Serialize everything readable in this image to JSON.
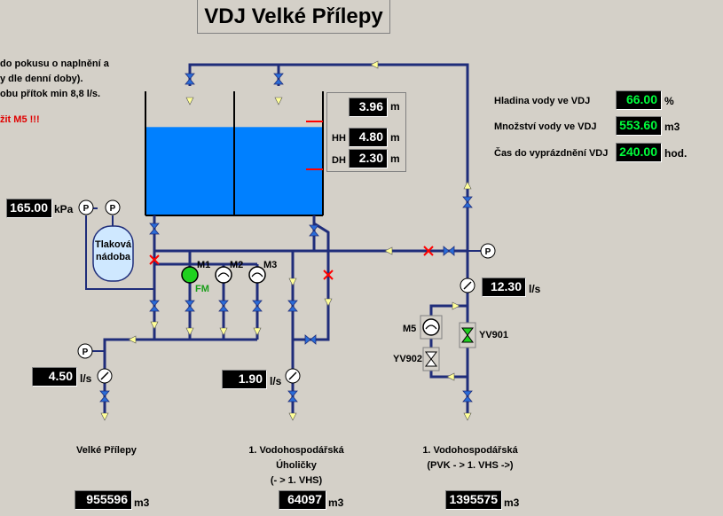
{
  "title": "VDJ Velké Přílepy",
  "notes": {
    "line1": "do pokusu o naplnění a",
    "line2": "y dle denní doby).",
    "line3": "obu přítok min 8,8 l/s.",
    "warning": "žit M5 !!!"
  },
  "tank": {
    "level_value": "3.96",
    "level_unit": "m",
    "hh_label": "HH",
    "hh_value": "4.80",
    "hh_unit": "m",
    "dh_label": "DH",
    "dh_value": "2.30",
    "dh_unit": "m",
    "fill_fraction": 0.71
  },
  "status": {
    "hladina_label": "Hladina vody ve VDJ",
    "hladina_value": "66.00",
    "hladina_unit": "%",
    "mnozstvi_label": "Množství vody ve VDJ",
    "mnozstvi_value": "553.60",
    "mnozstvi_unit": "m3",
    "cas_label": "Čas do vyprázdnění VDJ",
    "cas_value": "240.00",
    "cas_unit": "hod."
  },
  "pressure": {
    "value": "165.00",
    "unit": "kPa"
  },
  "vessel_label_line1": "Tlaková",
  "vessel_label_line2": "nádoba",
  "pumps": {
    "m1": "M1",
    "m2": "M2",
    "m3": "M3",
    "fm": "FM",
    "m5": "M5"
  },
  "valves": {
    "yv901": "YV901",
    "yv902": "YV902"
  },
  "flows": {
    "inflow_value": "12.30",
    "inflow_unit": "l/s",
    "velke_value": "4.50",
    "velke_unit": "l/s",
    "uholicky_value": "1.90",
    "uholicky_unit": "l/s"
  },
  "outlets": {
    "velke_name": "Velké Přílepy",
    "uholicky_line1": "1. Vodohospodářská",
    "uholicky_line2": "Úholičky",
    "uholicky_line3": "(- > 1. VHS)",
    "pvk_line1": "1. Vodohospodářská",
    "pvk_line2": "(PVK - > 1. VHS ->)"
  },
  "totals": {
    "velke_value": "955596",
    "uholicky_value": "64097",
    "pvk_value": "1395575",
    "unit": "m3"
  },
  "colors": {
    "background": "#d4d0c8",
    "pipe": "#1f2d7a",
    "water": "#0080ff",
    "flow_arrow": "#ffff99",
    "valve_blue": "#2a6cd8",
    "pump_on": "#1fd11f",
    "fault": "#ff0000",
    "green_value": "#00ff3c"
  }
}
